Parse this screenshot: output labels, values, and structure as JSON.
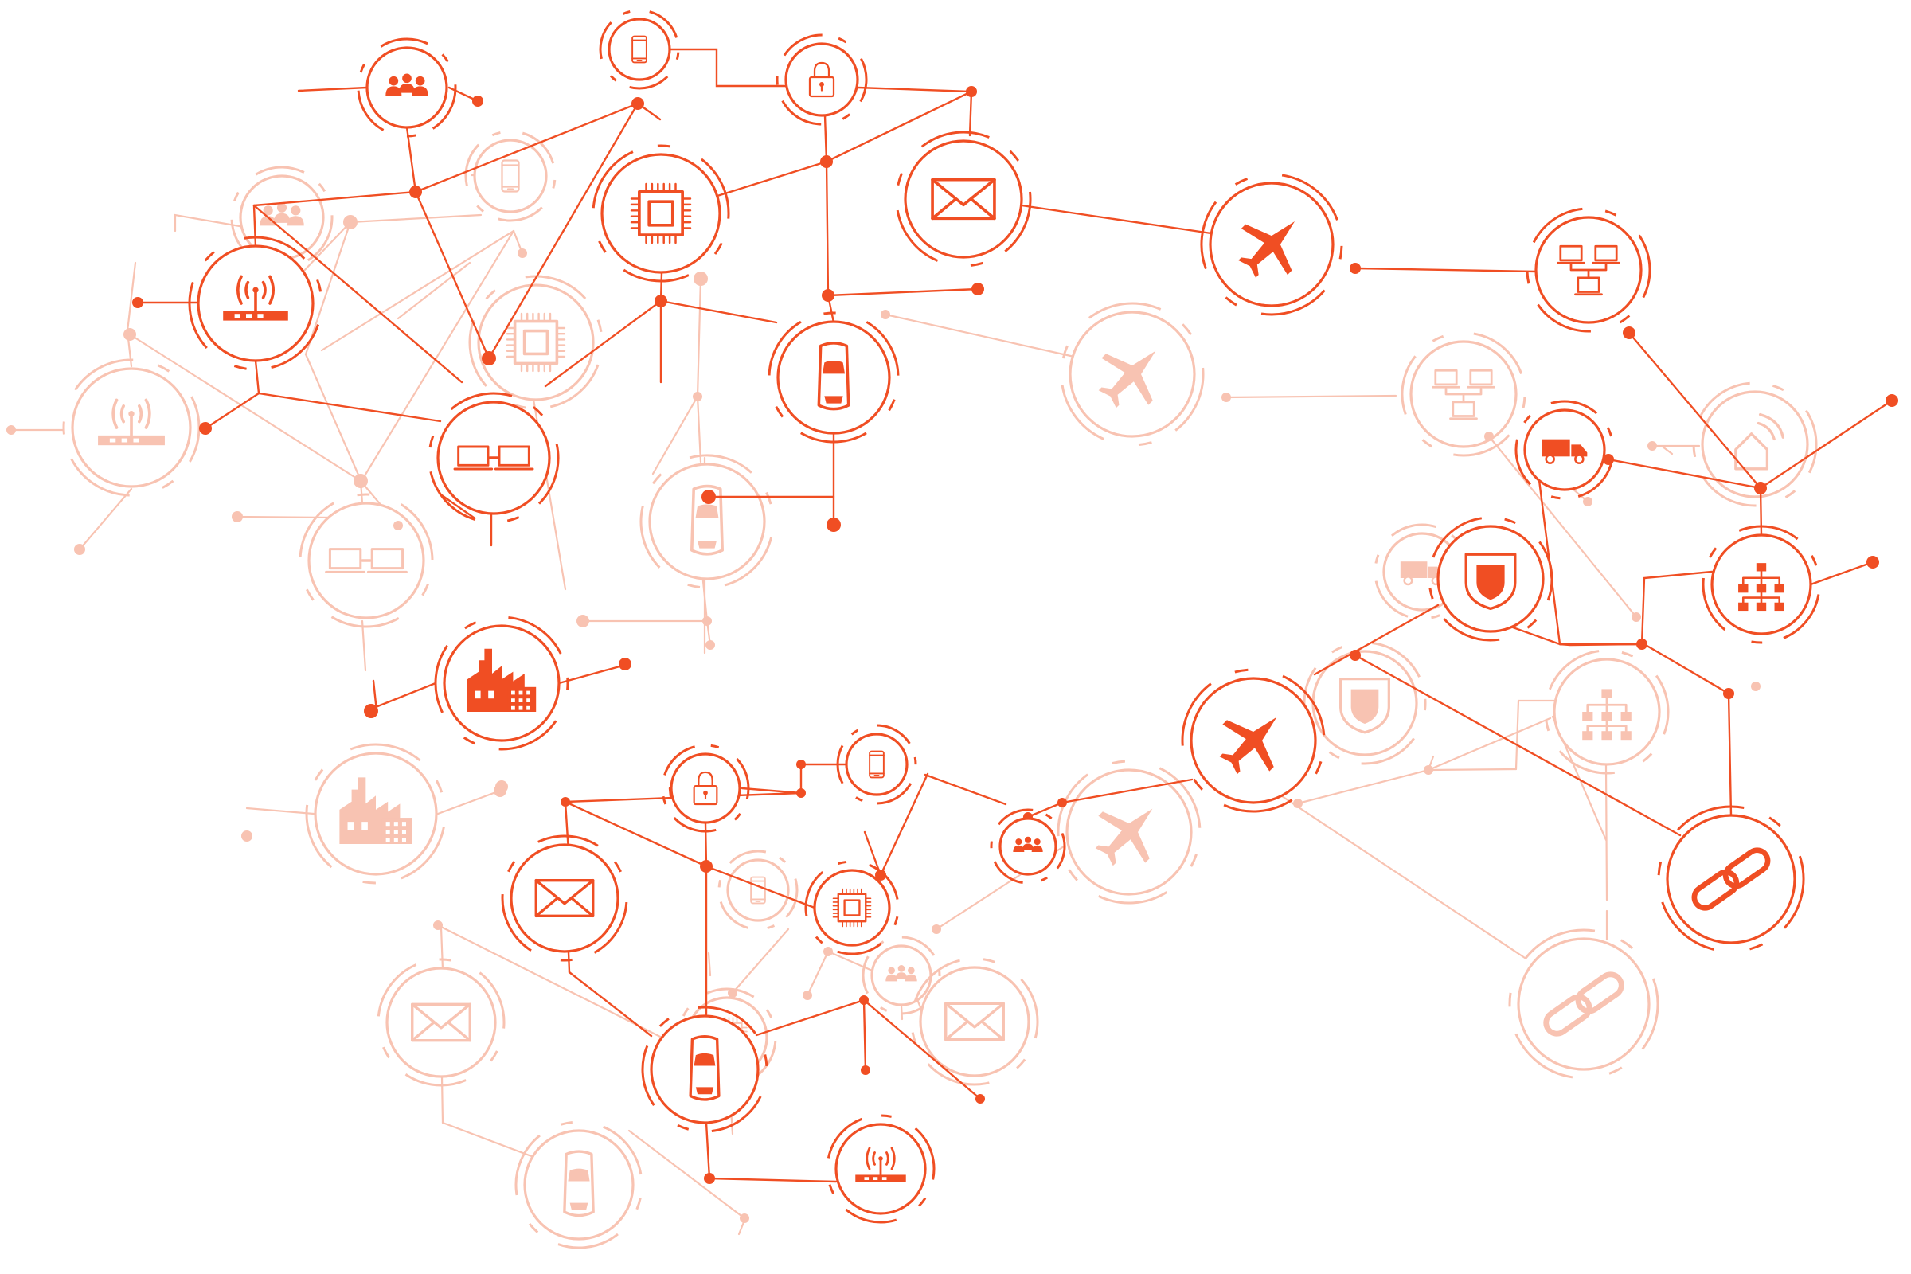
{
  "colors": {
    "accent": "#F04E23",
    "faded": "#F8C3B2",
    "background": "#FFFFFF"
  },
  "icon_types": [
    "people-icon",
    "smartphone-icon",
    "lock-icon",
    "wifi-router-icon",
    "chip-icon",
    "envelope-icon",
    "airplane-icon",
    "network-computers-icon",
    "truck-icon",
    "house-wifi-icon",
    "car-icon",
    "laptops-icon",
    "factory-icon",
    "shield-icon",
    "hierarchy-icon",
    "chain-link-icon"
  ],
  "nodes": [
    {
      "icon": "people-icon",
      "style": "accent"
    },
    {
      "icon": "smartphone-icon",
      "style": "accent"
    },
    {
      "icon": "lock-icon",
      "style": "accent"
    },
    {
      "icon": "wifi-router-icon",
      "style": "accent"
    },
    {
      "icon": "chip-icon",
      "style": "accent"
    },
    {
      "icon": "envelope-icon",
      "style": "accent"
    },
    {
      "icon": "airplane-icon",
      "style": "accent"
    },
    {
      "icon": "network-computers-icon",
      "style": "accent"
    },
    {
      "icon": "truck-icon",
      "style": "accent"
    },
    {
      "icon": "car-icon",
      "style": "accent"
    },
    {
      "icon": "laptops-icon",
      "style": "accent"
    },
    {
      "icon": "factory-icon",
      "style": "accent"
    },
    {
      "icon": "shield-icon",
      "style": "accent"
    },
    {
      "icon": "hierarchy-icon",
      "style": "accent"
    },
    {
      "icon": "airplane-icon",
      "style": "accent"
    },
    {
      "icon": "chain-link-icon",
      "style": "accent"
    },
    {
      "icon": "smartphone-icon",
      "style": "accent"
    },
    {
      "icon": "lock-icon",
      "style": "accent"
    },
    {
      "icon": "envelope-icon",
      "style": "accent"
    },
    {
      "icon": "chip-icon",
      "style": "accent"
    },
    {
      "icon": "people-icon",
      "style": "accent"
    },
    {
      "icon": "car-icon",
      "style": "accent"
    },
    {
      "icon": "wifi-router-icon",
      "style": "accent"
    },
    {
      "icon": "people-icon",
      "style": "faded"
    },
    {
      "icon": "smartphone-icon",
      "style": "faded"
    },
    {
      "icon": "wifi-router-icon",
      "style": "faded"
    },
    {
      "icon": "chip-icon",
      "style": "faded"
    },
    {
      "icon": "envelope-icon",
      "style": "faded"
    },
    {
      "icon": "airplane-icon",
      "style": "faded"
    },
    {
      "icon": "network-computers-icon",
      "style": "faded"
    },
    {
      "icon": "house-wifi-icon",
      "style": "faded"
    },
    {
      "icon": "car-icon",
      "style": "faded"
    },
    {
      "icon": "laptops-icon",
      "style": "faded"
    },
    {
      "icon": "truck-icon",
      "style": "faded"
    },
    {
      "icon": "shield-icon",
      "style": "faded"
    },
    {
      "icon": "hierarchy-icon",
      "style": "faded"
    },
    {
      "icon": "factory-icon",
      "style": "faded"
    },
    {
      "icon": "airplane-icon",
      "style": "faded"
    },
    {
      "icon": "smartphone-icon",
      "style": "faded"
    },
    {
      "icon": "people-icon",
      "style": "faded"
    },
    {
      "icon": "envelope-icon",
      "style": "faded"
    },
    {
      "icon": "chip-icon",
      "style": "faded"
    },
    {
      "icon": "car-icon",
      "style": "faded"
    },
    {
      "icon": "chain-link-icon",
      "style": "faded"
    }
  ]
}
